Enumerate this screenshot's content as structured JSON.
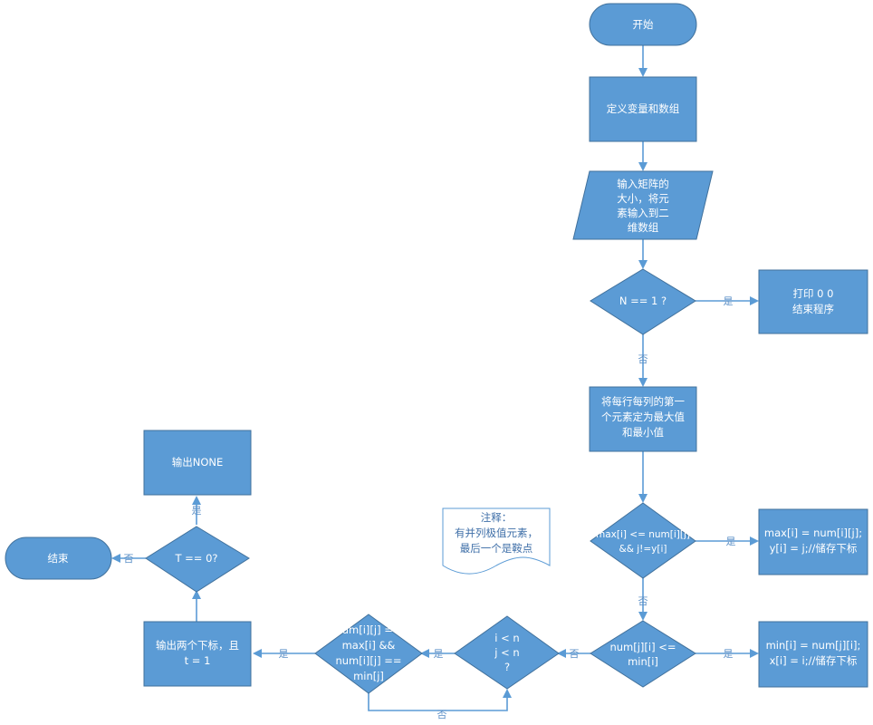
{
  "colors": {
    "node_fill": "#5b9bd5",
    "node_stroke": "#41719c",
    "edge": "#5b9bd5",
    "text": "#ffffff",
    "note_text": "#3f6fa8"
  },
  "nodes": {
    "start": "开始",
    "define": "定义变量和数组",
    "input": [
      "输入矩阵的",
      "大小，将元",
      "素输入到二",
      "维数组"
    ],
    "check_n": "N == 1 ?",
    "print00": [
      "打印 0 0",
      "结束程序"
    ],
    "init": [
      "将每行每列的第一",
      "个元素定为最大值",
      "和最小值"
    ],
    "cond_max": [
      "max[i] <= num[i][j]",
      "&& j!=y[i]"
    ],
    "set_max": [
      "max[i] = num[i][j];",
      "y[i] = j;//储存下标"
    ],
    "cond_min": [
      "num[j][i] <=",
      "min[i]"
    ],
    "set_min": [
      "min[i] = num[j][i];",
      "x[i] = i;//储存下标"
    ],
    "loop": [
      "i < n",
      "j < n",
      "?"
    ],
    "saddle": [
      "num[i][j] ==",
      "max[i] &&",
      "num[i][j] ==",
      "min[j]"
    ],
    "output_idx": [
      "输出两个下标，且",
      "t = 1"
    ],
    "check_t": "T == 0?",
    "output_none": "输出NONE",
    "end": "结束"
  },
  "note": [
    "注释：",
    "有并列极值元素，",
    "最后一个是鞍点"
  ],
  "labels": {
    "yes": "是",
    "no": "否"
  }
}
